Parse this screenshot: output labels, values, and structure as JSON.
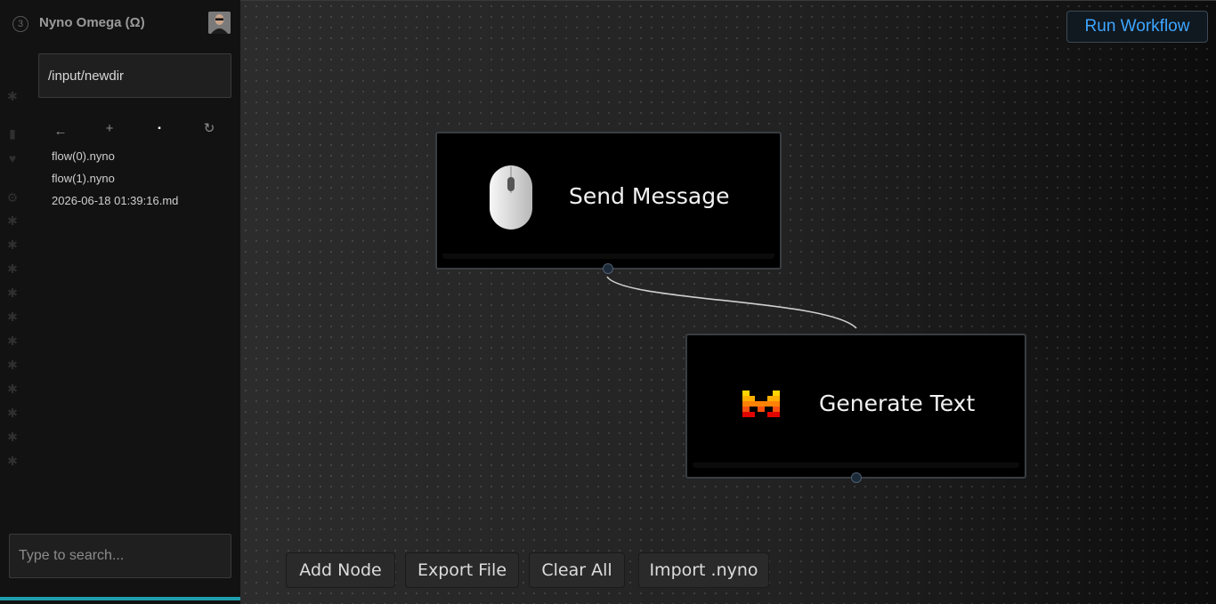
{
  "app": {
    "title": "Nyno Omega (Ω)",
    "logo_glyph": "3"
  },
  "path_input": {
    "value": "/input/newdir"
  },
  "file_toolbar": {
    "back": "←",
    "add": "+",
    "folder": "▪",
    "refresh": "↻"
  },
  "files": [
    "flow(0).nyno",
    "flow(1).nyno",
    "2026-06-18 01:39:16.md"
  ],
  "rail_icons": [
    "puzzle-icon",
    "database-icon",
    "heart-icon",
    "gear-icon",
    "puzzle-icon",
    "puzzle-icon",
    "puzzle-icon",
    "puzzle-icon",
    "puzzle-icon",
    "puzzle-icon",
    "puzzle-icon",
    "puzzle-icon",
    "puzzle-icon",
    "puzzle-icon",
    "puzzle-icon"
  ],
  "search": {
    "placeholder": "Type to search..."
  },
  "progress": {
    "fraction": 1.0,
    "color": "#1f9fae"
  },
  "toolbar": {
    "run_label": "Run Workflow"
  },
  "nodes": {
    "send_message": {
      "label": "Send Message",
      "icon": "mouse-icon"
    },
    "generate_text": {
      "label": "Generate Text",
      "icon": "mistral-logo-icon"
    }
  },
  "bottom_bar": {
    "add_node": "Add Node",
    "export_file": "Export File",
    "clear_all": "Clear All",
    "import": "Import .nyno"
  },
  "colors": {
    "accent": "#3ea6ff",
    "progress": "#1f9fae"
  }
}
